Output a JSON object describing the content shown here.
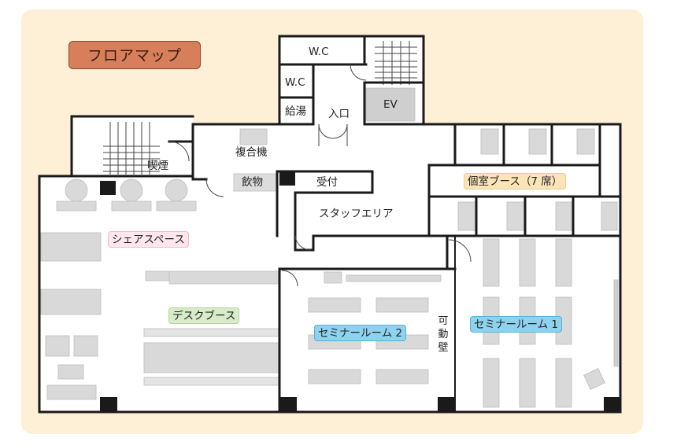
{
  "title": "フロアマップ",
  "rooms": {
    "wc_top": "W.C",
    "wc_bottom": "W.C",
    "kyuto": "給湯",
    "entrance": "入口",
    "ev": "EV",
    "fukugouki": "複合機",
    "smoking": "喫煙",
    "drinks": "飲物",
    "reception": "受付",
    "staff_area": "スタッフエリア",
    "private_booth": "個室ブース（7 席）",
    "share_space": "シェアスペース",
    "desk_booth": "デスクブース",
    "seminar_2": "セミナールーム 2",
    "seminar_1": "セミナールーム 1",
    "movable_wall": "可動壁"
  },
  "colors": {
    "background": "#fdf0d6",
    "title_pill": "#d67f5a",
    "wall": "#1a1a1a",
    "furniture": "#d9d9d9",
    "share_tag": "#fde6ec",
    "desk_tag": "#d8ecc9",
    "seminar_tag": "#8fd2ee",
    "booth_tag": "#fbe4b8"
  }
}
